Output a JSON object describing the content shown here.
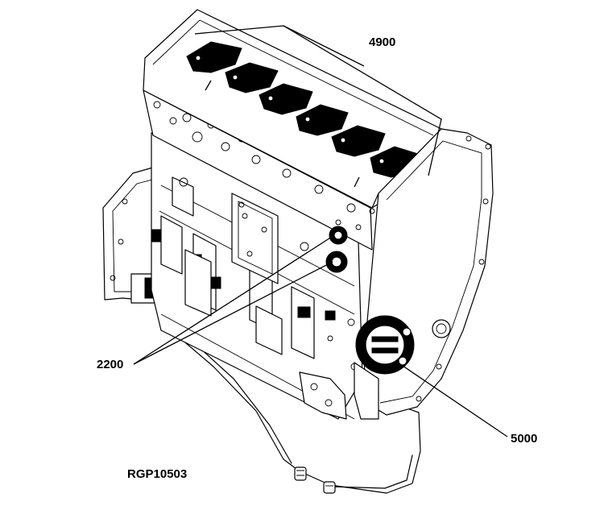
{
  "callouts": {
    "rocker_assemblies": "4900",
    "oil_pump_gears": "2200",
    "front_gear": "5000"
  },
  "reference_code": "RGP10503"
}
